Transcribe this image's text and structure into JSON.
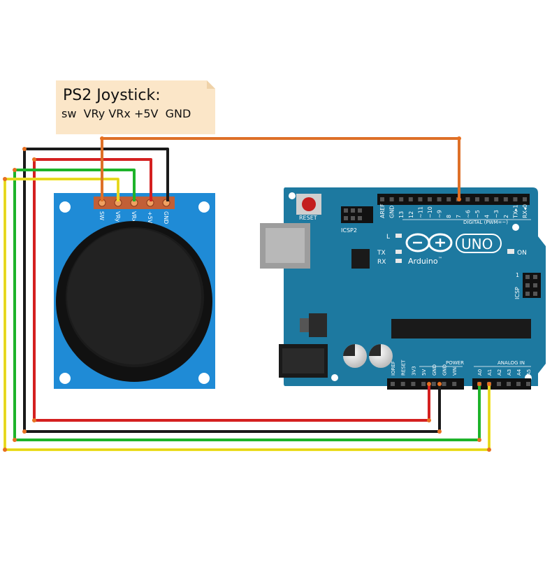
{
  "note": {
    "title": "PS2 Joystick:",
    "pins": "sw  VRy VRx +5V  GND"
  },
  "joystick": {
    "pin_labels": [
      "SW",
      "VRy",
      "VRx",
      "+5V",
      "GND"
    ]
  },
  "arduino": {
    "reset_label": "RESET",
    "icsp2_label": "ICSP2",
    "icsp_label": "ICSP",
    "icsp_pin1": "1",
    "digital_label": "DIGITAL (PWM=~)",
    "digital_pins": [
      "AREF",
      "GND",
      "13",
      "12",
      "~11",
      "~10",
      "~9",
      "8",
      "7",
      "~6",
      "~5",
      "4",
      "~3",
      "2",
      "TX▸1",
      "RX◂0"
    ],
    "led_l": "L",
    "led_tx": "TX",
    "led_rx": "RX",
    "brand": "Arduino",
    "tm": "™",
    "model": "UNO",
    "on_label": "ON",
    "power_label": "POWER",
    "analog_label": "ANALOG IN",
    "power_pins": [
      "IOREF",
      "RESET",
      "3V3",
      "5V",
      "GND",
      "GND",
      "VIN"
    ],
    "analog_pins": [
      "A0",
      "A1",
      "A2",
      "A3",
      "A4",
      "A5"
    ]
  },
  "colors": {
    "board": "#1d79a0",
    "joystick_board": "#1f8bd6",
    "wire_red": "#d42020",
    "wire_black": "#1a1a1a",
    "wire_green": "#1eb32a",
    "wire_yellow": "#f2e42a",
    "wire_orange": "#de7028",
    "note_bg": "#fbe6c8"
  }
}
